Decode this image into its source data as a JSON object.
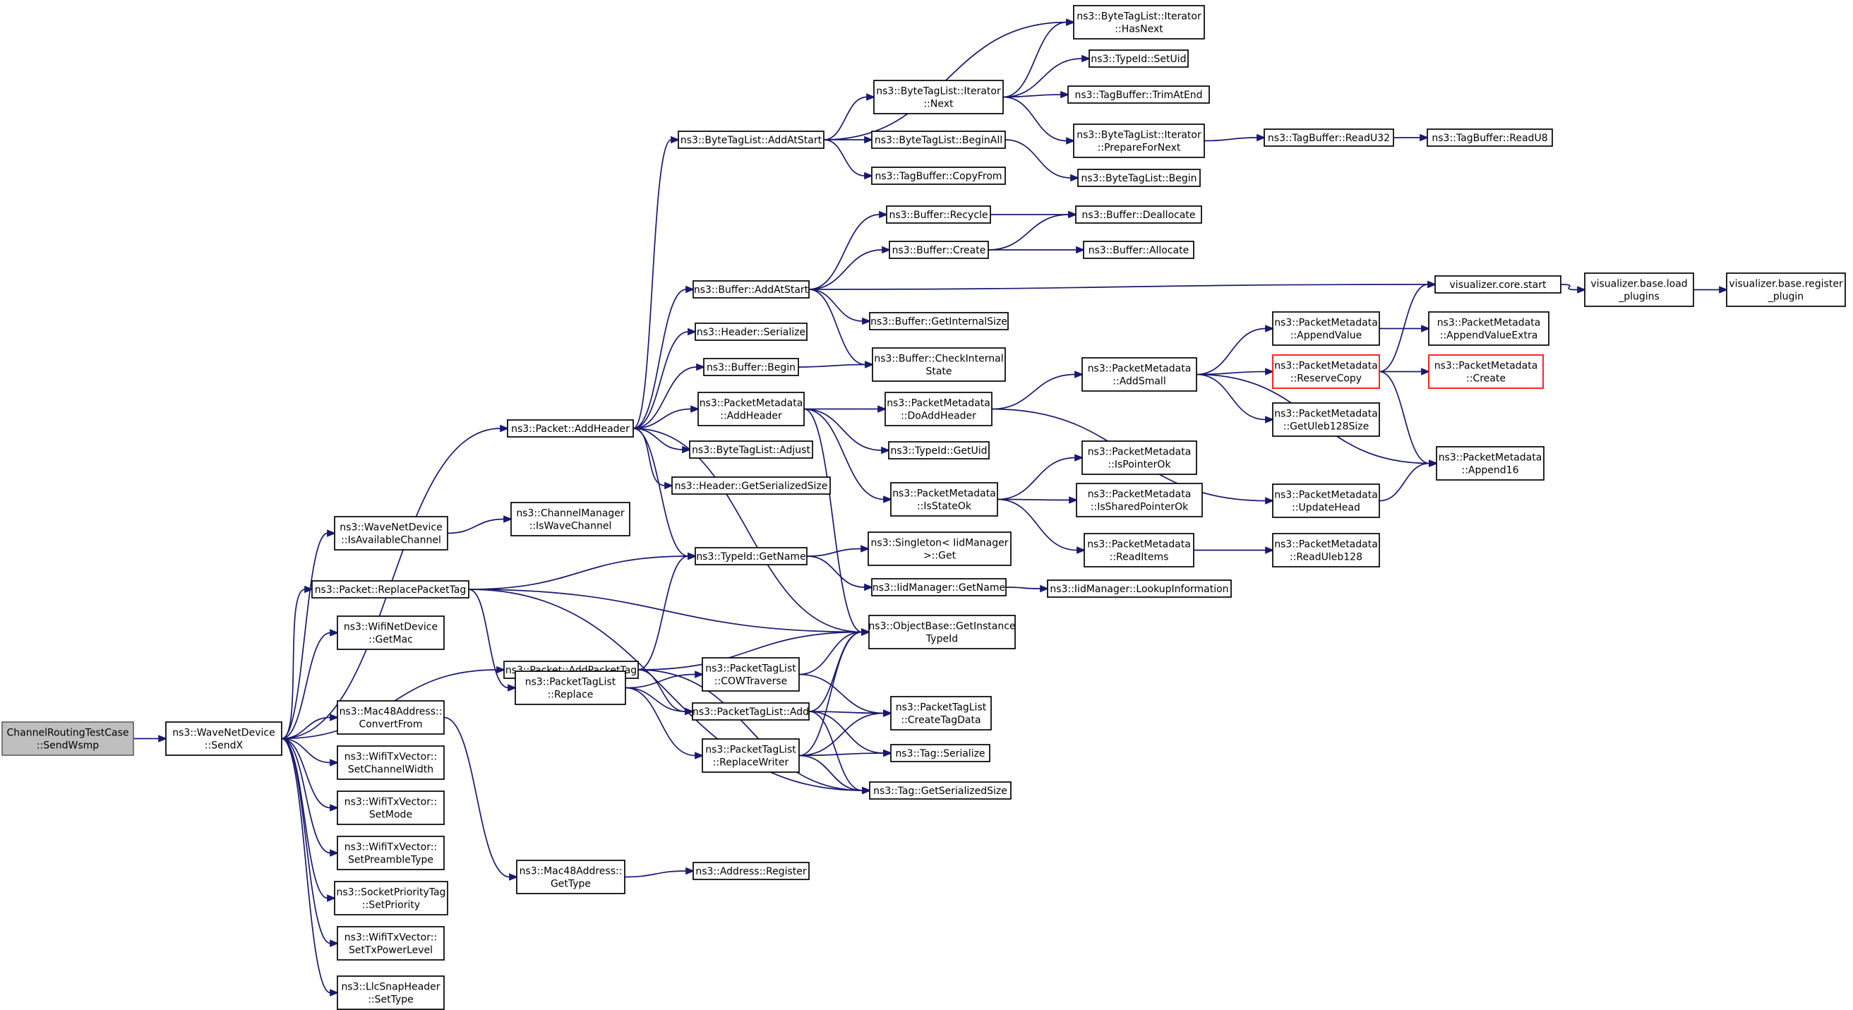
{
  "graph": {
    "colors": {
      "edge": "#191970",
      "root_fill": "#bfbfbf",
      "root_stroke": "#666666",
      "node_stroke": "#000000",
      "truncated_stroke": "#ff0000",
      "background": "#ffffff"
    },
    "nodes": [
      {
        "id": "root",
        "lines": [
          "ChannelRoutingTestCase",
          "::SendWsmp"
        ],
        "kind": "root"
      },
      {
        "id": "sendx",
        "lines": [
          "ns3::WaveNetDevice",
          "::SendX"
        ]
      },
      {
        "id": "addheader",
        "lines": [
          "ns3::Packet::AddHeader"
        ]
      },
      {
        "id": "isavail",
        "lines": [
          "ns3::WaveNetDevice",
          "::IsAvailableChannel"
        ]
      },
      {
        "id": "replacepkttag",
        "lines": [
          "ns3::Packet::ReplacePacketTag"
        ]
      },
      {
        "id": "wifigetmac",
        "lines": [
          "ns3::WifiNetDevice",
          "::GetMac"
        ]
      },
      {
        "id": "addpackettag",
        "lines": [
          "ns3::Packet::AddPacketTag"
        ]
      },
      {
        "id": "convertfrom",
        "lines": [
          "ns3::Mac48Address::",
          "ConvertFrom"
        ]
      },
      {
        "id": "setchanwidth",
        "lines": [
          "ns3::WifiTxVector::",
          "SetChannelWidth"
        ]
      },
      {
        "id": "setmode",
        "lines": [
          "ns3::WifiTxVector::",
          "SetMode"
        ]
      },
      {
        "id": "setpreamble",
        "lines": [
          "ns3::WifiTxVector::",
          "SetPreambleType"
        ]
      },
      {
        "id": "setpriority",
        "lines": [
          "ns3::SocketPriorityTag",
          "::SetPriority"
        ]
      },
      {
        "id": "settxpower",
        "lines": [
          "ns3::WifiTxVector::",
          "SetTxPowerLevel"
        ]
      },
      {
        "id": "settype",
        "lines": [
          "ns3::LlcSnapHeader",
          "::SetType"
        ]
      },
      {
        "id": "iswavechannel",
        "lines": [
          "ns3::ChannelManager",
          "::IsWaveChannel"
        ]
      },
      {
        "id": "ptlreplace",
        "lines": [
          "ns3::PacketTagList",
          "::Replace"
        ]
      },
      {
        "id": "mac48gettype",
        "lines": [
          "ns3::Mac48Address::",
          "GetType"
        ]
      },
      {
        "id": "bytetagaddatstart",
        "lines": [
          "ns3::ByteTagList::AddAtStart"
        ]
      },
      {
        "id": "bufaddatstart",
        "lines": [
          "ns3::Buffer::AddAtStart"
        ]
      },
      {
        "id": "hdrserialize",
        "lines": [
          "ns3::Header::Serialize"
        ]
      },
      {
        "id": "bufbegin",
        "lines": [
          "ns3::Buffer::Begin"
        ]
      },
      {
        "id": "pmaddheader",
        "lines": [
          "ns3::PacketMetadata",
          "::AddHeader"
        ]
      },
      {
        "id": "btladjust",
        "lines": [
          "ns3::ByteTagList::Adjust"
        ]
      },
      {
        "id": "hdrgetsersize",
        "lines": [
          "ns3::Header::GetSerializedSize"
        ]
      },
      {
        "id": "typeidgetname",
        "lines": [
          "ns3::TypeId::GetName"
        ]
      },
      {
        "id": "ptlcowtraverse",
        "lines": [
          "ns3::PacketTagList",
          "::COWTraverse"
        ]
      },
      {
        "id": "ptladd",
        "lines": [
          "ns3::PacketTagList::Add"
        ]
      },
      {
        "id": "ptlreplacewriter",
        "lines": [
          "ns3::PacketTagList",
          "::ReplaceWriter"
        ]
      },
      {
        "id": "addrregister",
        "lines": [
          "ns3::Address::Register"
        ]
      },
      {
        "id": "itnext",
        "lines": [
          "ns3::ByteTagList::Iterator",
          "::Next"
        ]
      },
      {
        "id": "btlbeginall",
        "lines": [
          "ns3::ByteTagList::BeginAll"
        ]
      },
      {
        "id": "tbcopyfrom",
        "lines": [
          "ns3::TagBuffer::CopyFrom"
        ]
      },
      {
        "id": "bufrecycle",
        "lines": [
          "ns3::Buffer::Recycle"
        ]
      },
      {
        "id": "bufcreate",
        "lines": [
          "ns3::Buffer::Create"
        ]
      },
      {
        "id": "bufgetinternalsize",
        "lines": [
          "ns3::Buffer::GetInternalSize"
        ]
      },
      {
        "id": "bufcheckinternal",
        "lines": [
          "ns3::Buffer::CheckInternal",
          "State"
        ]
      },
      {
        "id": "pmdoaddheader",
        "lines": [
          "ns3::PacketMetadata",
          "::DoAddHeader"
        ]
      },
      {
        "id": "typeidgetuid",
        "lines": [
          "ns3::TypeId::GetUid"
        ]
      },
      {
        "id": "pmisstateok",
        "lines": [
          "ns3::PacketMetadata",
          "::IsStateOk"
        ]
      },
      {
        "id": "singletonget",
        "lines": [
          "ns3::Singleton< IidManager",
          " >::Get"
        ]
      },
      {
        "id": "iidgetname",
        "lines": [
          "ns3::IidManager::GetName"
        ]
      },
      {
        "id": "objgetinstancetypeid",
        "lines": [
          "ns3::ObjectBase::GetInstance",
          "TypeId"
        ]
      },
      {
        "id": "ptlcreatetagdata",
        "lines": [
          "ns3::PacketTagList",
          "::CreateTagData"
        ]
      },
      {
        "id": "tagserialize",
        "lines": [
          "ns3::Tag::Serialize"
        ]
      },
      {
        "id": "taggetsersize",
        "lines": [
          "ns3::Tag::GetSerializedSize"
        ]
      },
      {
        "id": "ithasnext",
        "lines": [
          "ns3::ByteTagList::Iterator",
          "::HasNext"
        ]
      },
      {
        "id": "typeidsetuid",
        "lines": [
          "ns3::TypeId::SetUid"
        ]
      },
      {
        "id": "tbtrimatend",
        "lines": [
          "ns3::TagBuffer::TrimAtEnd"
        ]
      },
      {
        "id": "itprepare",
        "lines": [
          "ns3::ByteTagList::Iterator",
          "::PrepareForNext"
        ]
      },
      {
        "id": "btlbegin",
        "lines": [
          "ns3::ByteTagList::Begin"
        ]
      },
      {
        "id": "bufdeallocate",
        "lines": [
          "ns3::Buffer::Deallocate"
        ]
      },
      {
        "id": "bufallocate",
        "lines": [
          "ns3::Buffer::Allocate"
        ]
      },
      {
        "id": "pmaddsmall",
        "lines": [
          "ns3::PacketMetadata",
          "::AddSmall"
        ]
      },
      {
        "id": "pmispointerok",
        "lines": [
          "ns3::PacketMetadata",
          "::IsPointerOk"
        ]
      },
      {
        "id": "pmissharedpointerok",
        "lines": [
          "ns3::PacketMetadata",
          "::IsSharedPointerOk"
        ]
      },
      {
        "id": "pmreaditems",
        "lines": [
          "ns3::PacketMetadata",
          "::ReadItems"
        ]
      },
      {
        "id": "iidlookup",
        "lines": [
          "ns3::IidManager::LookupInformation"
        ]
      },
      {
        "id": "tbreadu32",
        "lines": [
          "ns3::TagBuffer::ReadU32"
        ]
      },
      {
        "id": "tbreadu8",
        "lines": [
          "ns3::TagBuffer::ReadU8"
        ]
      },
      {
        "id": "pmappendvalue",
        "lines": [
          "ns3::PacketMetadata",
          "::AppendValue"
        ]
      },
      {
        "id": "pmreservecopy",
        "lines": [
          "ns3::PacketMetadata",
          "::ReserveCopy"
        ],
        "kind": "truncated"
      },
      {
        "id": "pmgetuleb",
        "lines": [
          "ns3::PacketMetadata",
          "::GetUleb128Size"
        ]
      },
      {
        "id": "pmupdatehead",
        "lines": [
          "ns3::PacketMetadata",
          "::UpdateHead"
        ]
      },
      {
        "id": "pmreaduleb",
        "lines": [
          "ns3::PacketMetadata",
          "::ReadUleb128"
        ]
      },
      {
        "id": "vizstart",
        "lines": [
          "visualizer.core.start"
        ]
      },
      {
        "id": "pmappendvalueextra",
        "lines": [
          "ns3::PacketMetadata",
          "::AppendValueExtra"
        ]
      },
      {
        "id": "pmcreate",
        "lines": [
          "ns3::PacketMetadata",
          "::Create"
        ],
        "kind": "truncated"
      },
      {
        "id": "pmappend16",
        "lines": [
          "ns3::PacketMetadata",
          "::Append16"
        ]
      },
      {
        "id": "vizloadplugins",
        "lines": [
          "visualizer.base.load",
          "_plugins"
        ]
      },
      {
        "id": "vizregisterplugin",
        "lines": [
          "visualizer.base.register",
          "_plugin"
        ]
      }
    ],
    "edges": [
      [
        "root",
        "sendx"
      ],
      [
        "sendx",
        "addheader"
      ],
      [
        "sendx",
        "isavail"
      ],
      [
        "sendx",
        "replacepkttag"
      ],
      [
        "sendx",
        "wifigetmac"
      ],
      [
        "sendx",
        "addpackettag"
      ],
      [
        "sendx",
        "convertfrom"
      ],
      [
        "sendx",
        "setchanwidth"
      ],
      [
        "sendx",
        "setmode"
      ],
      [
        "sendx",
        "setpreamble"
      ],
      [
        "sendx",
        "setpriority"
      ],
      [
        "sendx",
        "settxpower"
      ],
      [
        "sendx",
        "settype"
      ],
      [
        "isavail",
        "iswavechannel"
      ],
      [
        "replacepkttag",
        "typeidgetname"
      ],
      [
        "replacepkttag",
        "objgetinstancetypeid"
      ],
      [
        "replacepkttag",
        "ptlreplace"
      ],
      [
        "replacepkttag",
        "taggetsersize"
      ],
      [
        "convertfrom",
        "mac48gettype"
      ],
      [
        "mac48gettype",
        "addrregister"
      ],
      [
        "addheader",
        "bytetagaddatstart"
      ],
      [
        "addheader",
        "bufaddatstart"
      ],
      [
        "addheader",
        "hdrserialize"
      ],
      [
        "addheader",
        "bufbegin"
      ],
      [
        "addheader",
        "pmaddheader"
      ],
      [
        "addheader",
        "btladjust"
      ],
      [
        "addheader",
        "hdrgetsersize"
      ],
      [
        "addheader",
        "typeidgetname"
      ],
      [
        "addheader",
        "objgetinstancetypeid"
      ],
      [
        "addpackettag",
        "typeidgetname"
      ],
      [
        "addpackettag",
        "objgetinstancetypeid"
      ],
      [
        "addpackettag",
        "ptladd"
      ],
      [
        "addpackettag",
        "taggetsersize"
      ],
      [
        "ptlreplace",
        "ptlcowtraverse"
      ],
      [
        "ptlreplace",
        "ptladd"
      ],
      [
        "ptlreplace",
        "ptlreplacewriter"
      ],
      [
        "ptlcowtraverse",
        "objgetinstancetypeid"
      ],
      [
        "ptlcowtraverse",
        "ptlcreatetagdata"
      ],
      [
        "ptladd",
        "objgetinstancetypeid"
      ],
      [
        "ptladd",
        "ptlcreatetagdata"
      ],
      [
        "ptladd",
        "tagserialize"
      ],
      [
        "ptladd",
        "taggetsersize"
      ],
      [
        "ptlreplacewriter",
        "objgetinstancetypeid"
      ],
      [
        "ptlreplacewriter",
        "ptlcreatetagdata"
      ],
      [
        "ptlreplacewriter",
        "tagserialize"
      ],
      [
        "ptlreplacewriter",
        "taggetsersize"
      ],
      [
        "bytetagaddatstart",
        "ithasnext"
      ],
      [
        "bytetagaddatstart",
        "itnext"
      ],
      [
        "bytetagaddatstart",
        "btlbeginall"
      ],
      [
        "bytetagaddatstart",
        "tbcopyfrom"
      ],
      [
        "itnext",
        "ithasnext"
      ],
      [
        "itnext",
        "typeidsetuid"
      ],
      [
        "itnext",
        "tbtrimatend"
      ],
      [
        "itnext",
        "itprepare"
      ],
      [
        "itprepare",
        "tbreadu32"
      ],
      [
        "tbreadu32",
        "tbreadu8"
      ],
      [
        "btlbeginall",
        "btlbegin"
      ],
      [
        "bufaddatstart",
        "bufrecycle"
      ],
      [
        "bufaddatstart",
        "bufcreate"
      ],
      [
        "bufaddatstart",
        "vizstart"
      ],
      [
        "bufaddatstart",
        "bufgetinternalsize"
      ],
      [
        "bufaddatstart",
        "bufcheckinternal"
      ],
      [
        "bufrecycle",
        "bufdeallocate"
      ],
      [
        "bufcreate",
        "bufdeallocate"
      ],
      [
        "bufcreate",
        "bufallocate"
      ],
      [
        "bufbegin",
        "bufcheckinternal"
      ],
      [
        "pmaddheader",
        "pmdoaddheader"
      ],
      [
        "pmaddheader",
        "typeidgetuid"
      ],
      [
        "pmaddheader",
        "pmisstateok"
      ],
      [
        "pmaddheader",
        "objgetinstancetypeid"
      ],
      [
        "pmdoaddheader",
        "pmaddsmall"
      ],
      [
        "pmdoaddheader",
        "pmupdatehead"
      ],
      [
        "pmaddsmall",
        "pmappendvalue"
      ],
      [
        "pmaddsmall",
        "pmreservecopy"
      ],
      [
        "pmaddsmall",
        "pmgetuleb"
      ],
      [
        "pmaddsmall",
        "pmappend16"
      ],
      [
        "pmappendvalue",
        "pmappendvalueextra"
      ],
      [
        "pmreservecopy",
        "vizstart"
      ],
      [
        "pmreservecopy",
        "pmcreate"
      ],
      [
        "pmreservecopy",
        "pmappend16"
      ],
      [
        "pmupdatehead",
        "pmappend16"
      ],
      [
        "pmisstateok",
        "pmispointerok"
      ],
      [
        "pmisstateok",
        "pmissharedpointerok"
      ],
      [
        "pmisstateok",
        "pmreaditems"
      ],
      [
        "pmreaditems",
        "pmreaduleb"
      ],
      [
        "typeidgetname",
        "singletonget"
      ],
      [
        "typeidgetname",
        "iidgetname"
      ],
      [
        "iidgetname",
        "iidlookup"
      ],
      [
        "vizstart",
        "vizloadplugins"
      ],
      [
        "vizloadplugins",
        "vizregisterplugin"
      ]
    ]
  }
}
